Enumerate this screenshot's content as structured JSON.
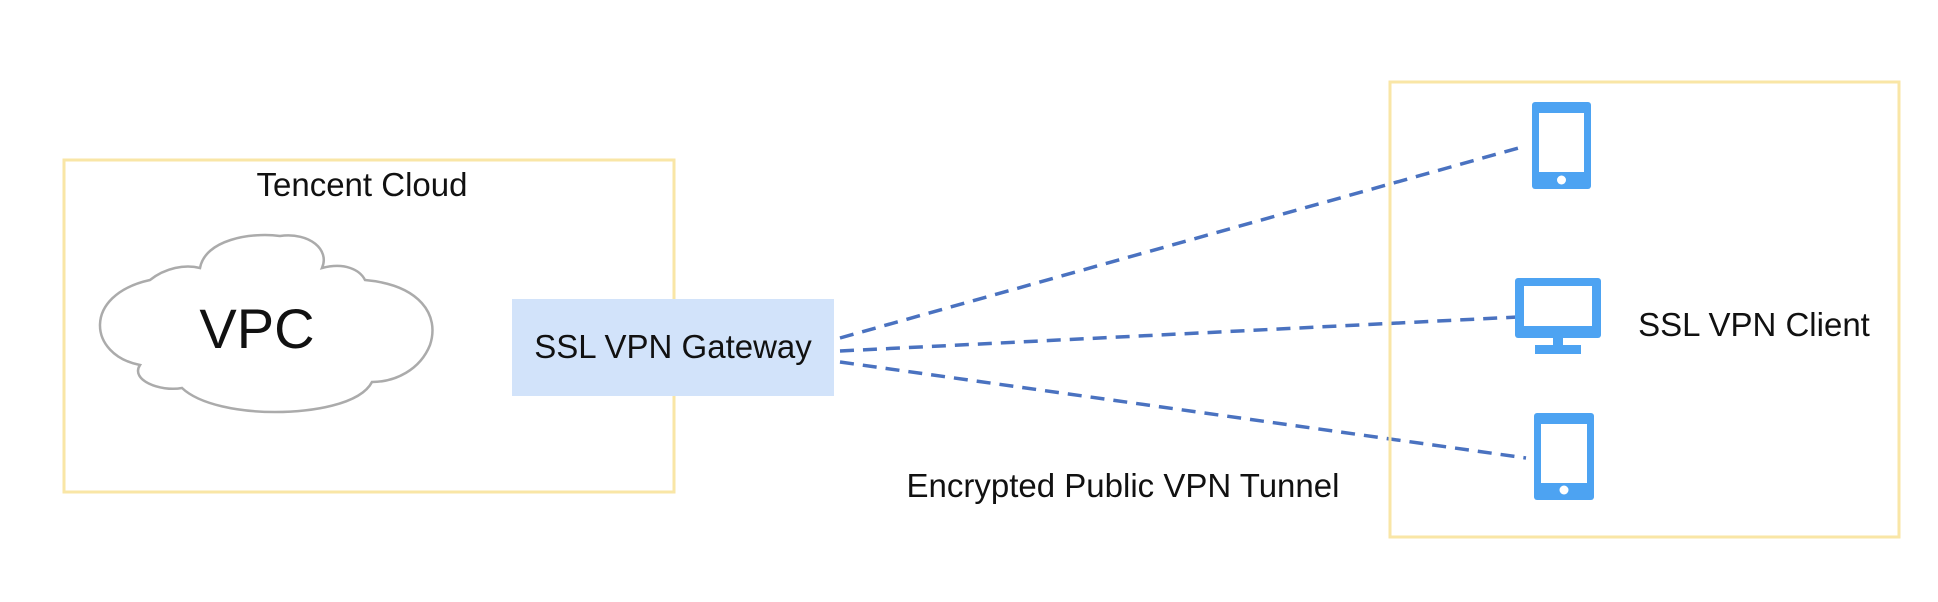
{
  "diagram": {
    "cloud_group": {
      "title": "Tencent Cloud"
    },
    "vpc": {
      "label": "VPC"
    },
    "gateway": {
      "label": "SSL VPN Gateway"
    },
    "tunnel": {
      "label": "Encrypted Public VPN Tunnel"
    },
    "client_group": {
      "label": "SSL VPN Client",
      "devices": [
        {
          "icon": "tablet-icon"
        },
        {
          "icon": "desktop-monitor-icon"
        },
        {
          "icon": "tablet-icon"
        }
      ]
    },
    "colors": {
      "group_border": "#F9E6A6",
      "gateway_fill": "#D2E3FA",
      "tunnel_line": "#4A72C0",
      "device_icon": "#4DA3F2",
      "cloud_stroke": "#ABABAB"
    }
  }
}
